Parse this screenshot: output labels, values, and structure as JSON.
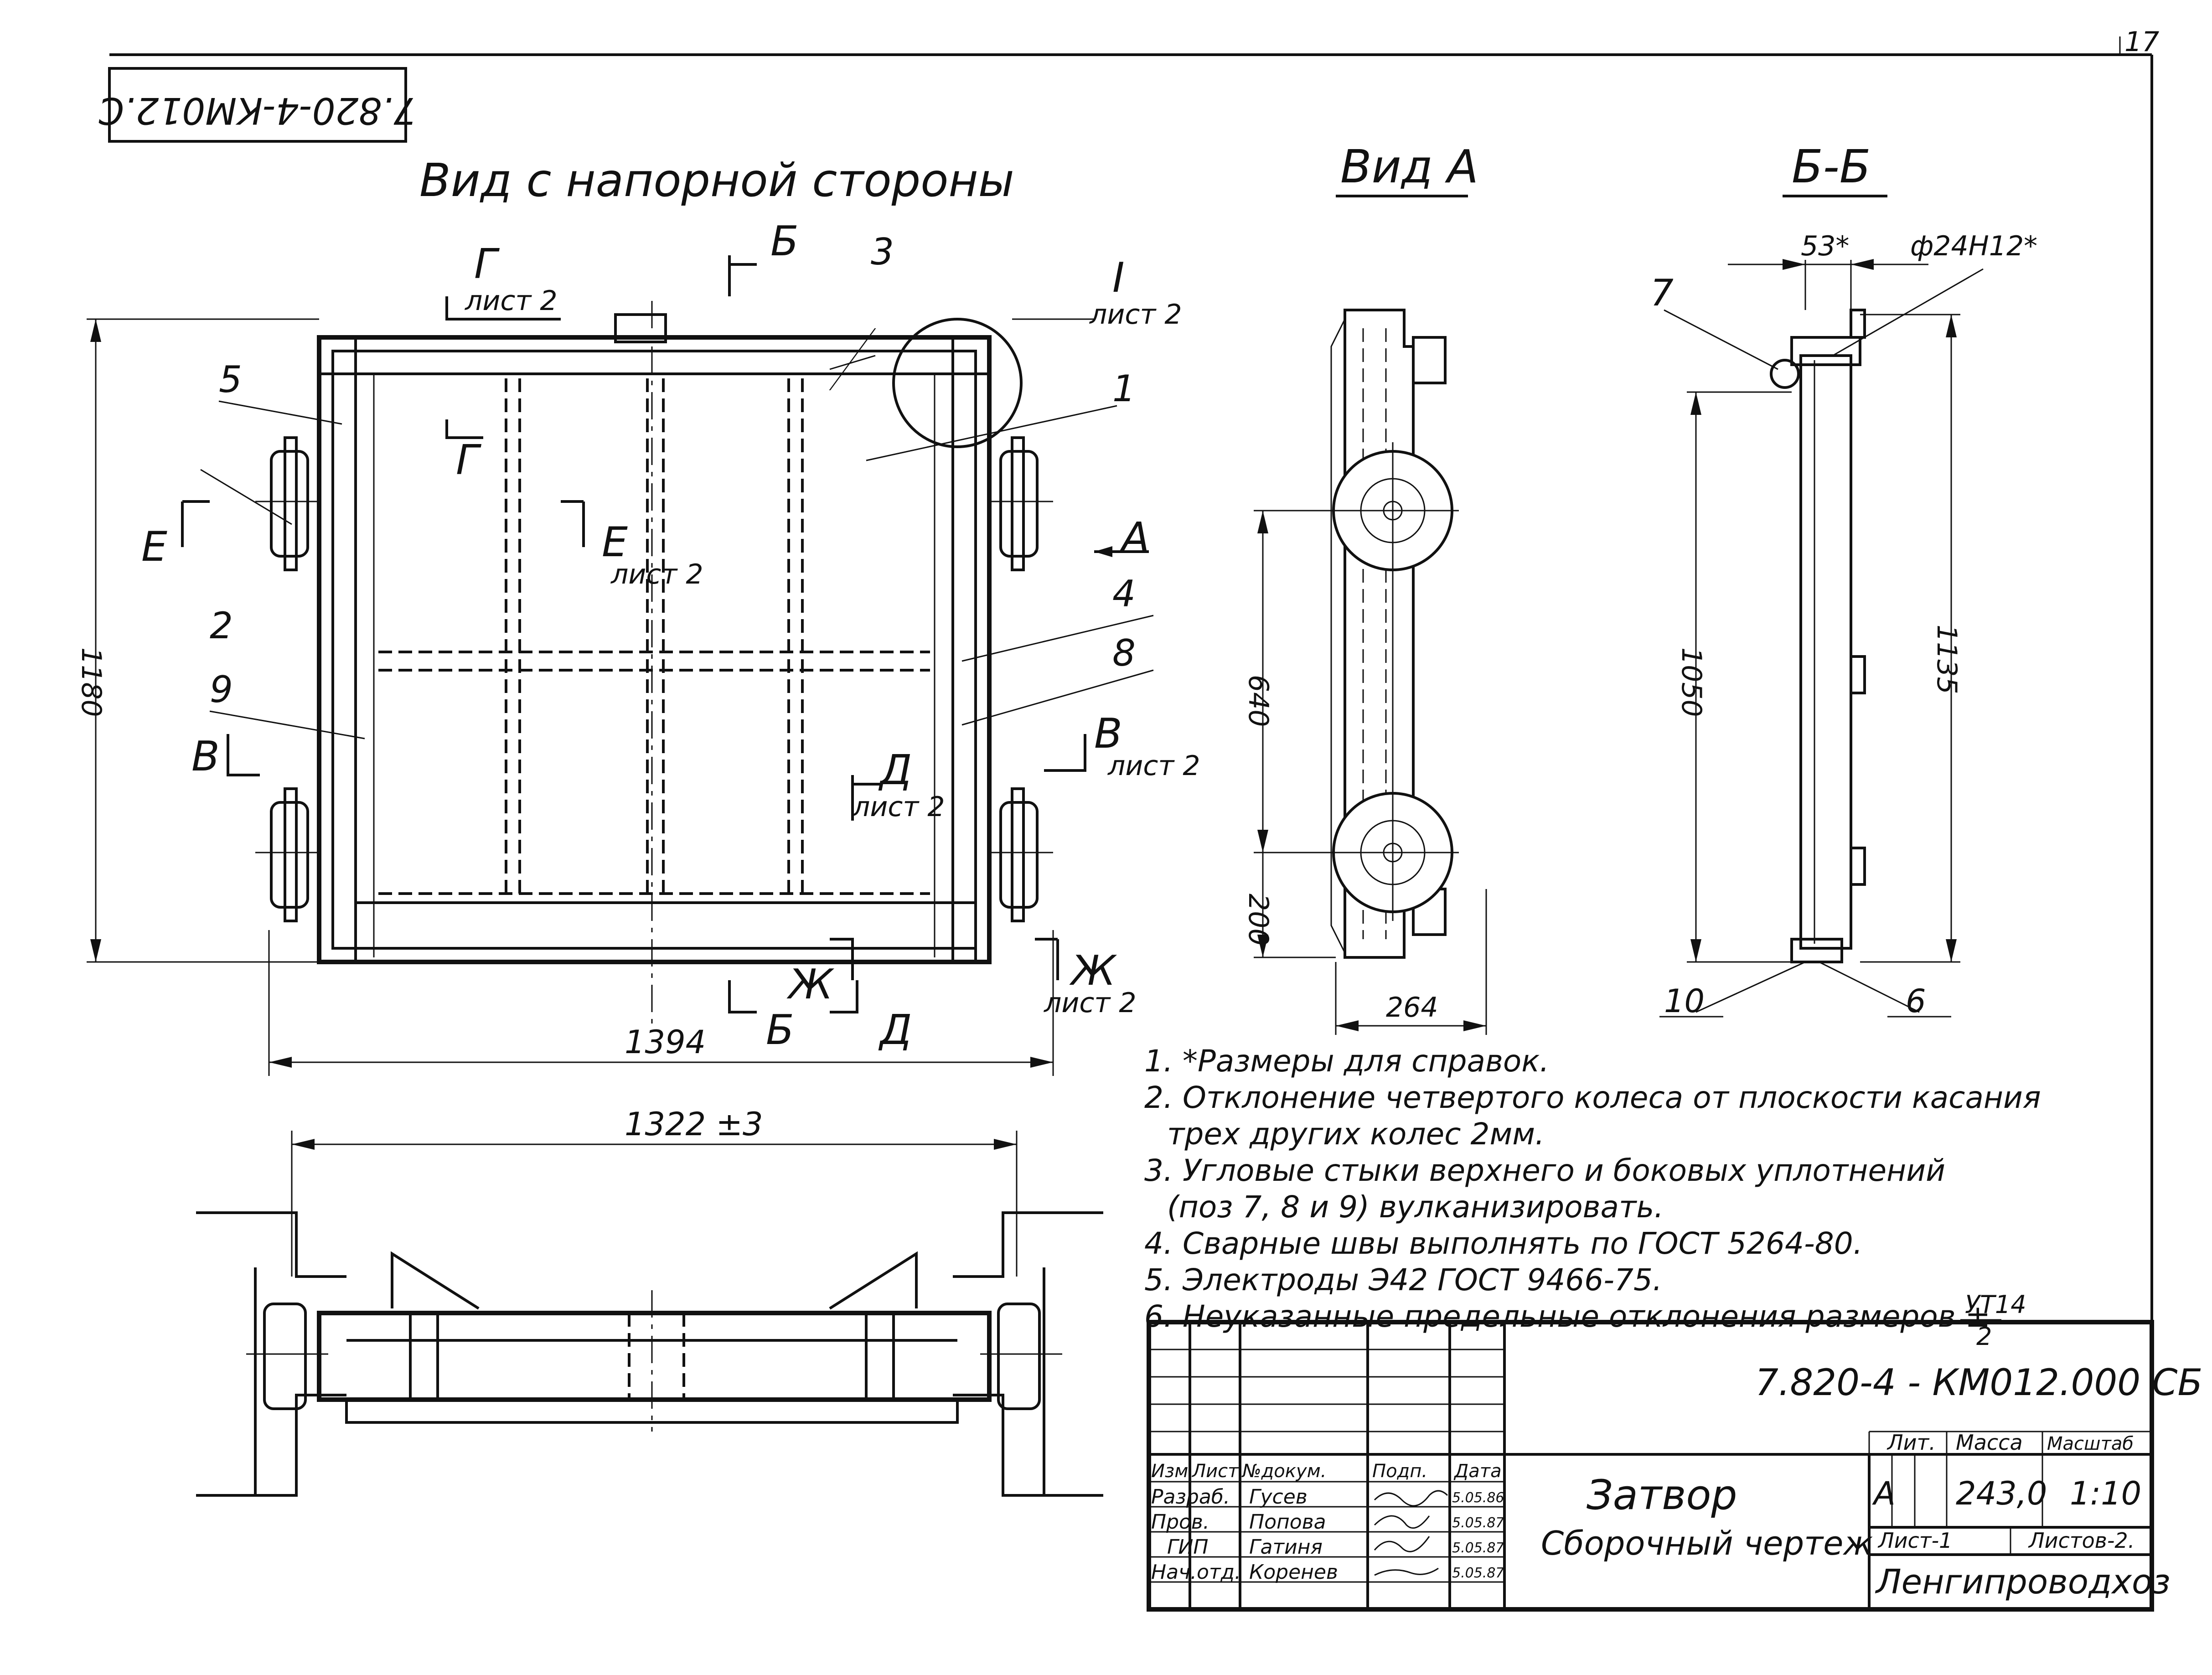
{
  "sheet": {
    "page_number": "17",
    "stamp_code": "7.820-4-КМ012.С"
  },
  "views": {
    "front_title": "Вид с напорной стороны",
    "view_a_title": "Вид А",
    "section_bb_title": "Б-Б"
  },
  "front_view": {
    "width_dim": "1394",
    "height_dim": "1180",
    "bottom_dim": "1322 ±3",
    "cut_labels": {
      "g_top": "Г",
      "g_top_ref": "лист 2",
      "g_inner": "Г",
      "b_top": "Б",
      "i_top": "I",
      "i_top_ref": "лист 2",
      "e_left": "Е",
      "e_mid": "Е",
      "e_mid_ref": "лист 2",
      "a_right": "А",
      "v_left": "В",
      "v_right": "В",
      "v_right_ref": "лист 2",
      "d_mid": "Д",
      "d_mid_ref": "лист 2",
      "zh_bottom": "Ж",
      "zh_right": "Ж",
      "zh_right_ref": "лист 2",
      "b_bottom": "Б",
      "d_bottom": "Д"
    },
    "positions": [
      "1",
      "2",
      "3",
      "4",
      "5",
      "8",
      "9"
    ]
  },
  "view_a": {
    "dim_640": "640",
    "dim_200": "200",
    "dim_264": "264"
  },
  "section_bb": {
    "dim_top": "53*",
    "dim_hole": "ф24Н12*",
    "dim_1050": "1050",
    "dim_1135": "1135",
    "positions": [
      "7",
      "10",
      "6"
    ]
  },
  "notes": [
    "1. *Размеры для справок.",
    "2. Отклонение четвертого колеса от плоскости касания",
    "трех других колес 2мм.",
    "3. Угловые стыки верхнего и боковых уплотнений",
    "(поз 7, 8 и 9) вулканизировать.",
    "4. Сварные швы выполнять по ГОСТ 5264-80.",
    "5. Электроды Э42 ГОСТ 9466-75.",
    "6. Неуказанные предельные отклонения размеров ±"
  ],
  "tolerance": {
    "numerator": "УТ14",
    "denominator": "2"
  },
  "title_block": {
    "doc_code": "7.820-4 - КМ012.000 СБ",
    "title_line1": "Затвор",
    "title_line2": "Сборочный чертеж",
    "col_headers": [
      "Изм",
      "Лист",
      "№докум.",
      "Подп.",
      "Дата"
    ],
    "rows": [
      {
        "role": "Разраб.",
        "name": "Гусев",
        "date": "5.05.86"
      },
      {
        "role": "Пров.",
        "name": "Попова",
        "date": "5.05.87"
      },
      {
        "role": "ГИП",
        "name": "Гатиня",
        "date": "5.05.87"
      },
      {
        "role": "Нач.отд.",
        "name": "Коренев",
        "date": "5.05.87"
      }
    ],
    "lit_header": "Лит.",
    "mass_header": "Масса",
    "scale_header": "Масштаб",
    "lit_value": "А",
    "mass_value": "243,0",
    "scale_value": "1:10",
    "sheet_label": "Лист-1",
    "sheets_label": "Листов-2.",
    "organization": "Ленгипроводхоз"
  }
}
